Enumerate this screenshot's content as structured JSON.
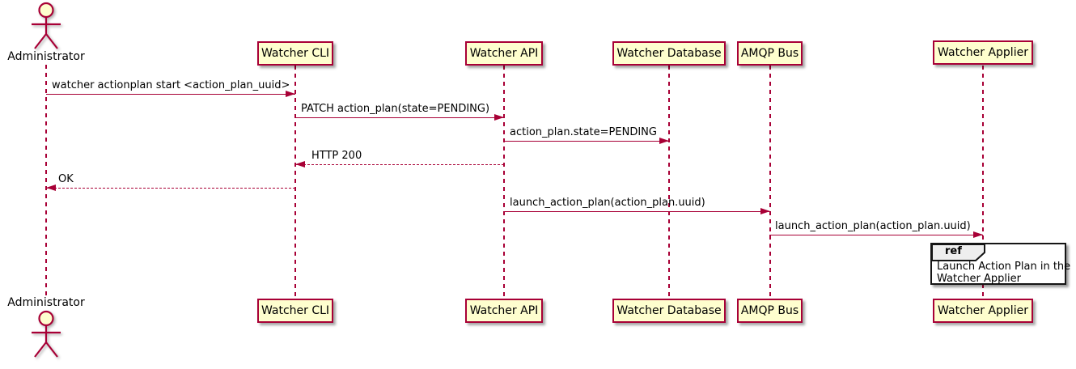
{
  "diagram": {
    "kind": "uml-sequence-diagram",
    "colors": {
      "participant_fill": "#FEFECE",
      "participant_border": "#A80036",
      "arrow_line": "#A80036",
      "lifeline": "#A80036",
      "text": "#000000",
      "ref_header_fill": "#EEEEEE",
      "ref_border": "#000000",
      "background": "#FFFFFF"
    },
    "actor": {
      "name": "Administrator"
    },
    "participants": [
      {
        "name": "Watcher CLI"
      },
      {
        "name": "Watcher API"
      },
      {
        "name": "Watcher Database"
      },
      {
        "name": "AMQP Bus"
      },
      {
        "name": "Watcher Applier"
      }
    ],
    "messages": [
      {
        "from": "Administrator",
        "to": "Watcher CLI",
        "text": "watcher actionplan start <action_plan_uuid>",
        "line": "solid",
        "direction": "right"
      },
      {
        "from": "Watcher CLI",
        "to": "Watcher API",
        "text": "PATCH action_plan(state=PENDING)",
        "line": "solid",
        "direction": "right"
      },
      {
        "from": "Watcher API",
        "to": "Watcher Database",
        "text": "action_plan.state=PENDING",
        "line": "solid",
        "direction": "right"
      },
      {
        "from": "Watcher API",
        "to": "Watcher CLI",
        "text": "HTTP 200",
        "line": "dashed",
        "direction": "left"
      },
      {
        "from": "Watcher CLI",
        "to": "Administrator",
        "text": "OK",
        "line": "dashed",
        "direction": "left"
      },
      {
        "from": "Watcher API",
        "to": "AMQP Bus",
        "text": "launch_action_plan(action_plan.uuid)",
        "line": "solid",
        "direction": "right"
      },
      {
        "from": "AMQP Bus",
        "to": "Watcher Applier",
        "text": "launch_action_plan(action_plan.uuid)",
        "line": "solid",
        "direction": "right"
      }
    ],
    "ref_fragment": {
      "label": "ref",
      "over": "Watcher Applier",
      "lines": [
        "Launch Action Plan in the",
        "Watcher Applier"
      ]
    }
  }
}
